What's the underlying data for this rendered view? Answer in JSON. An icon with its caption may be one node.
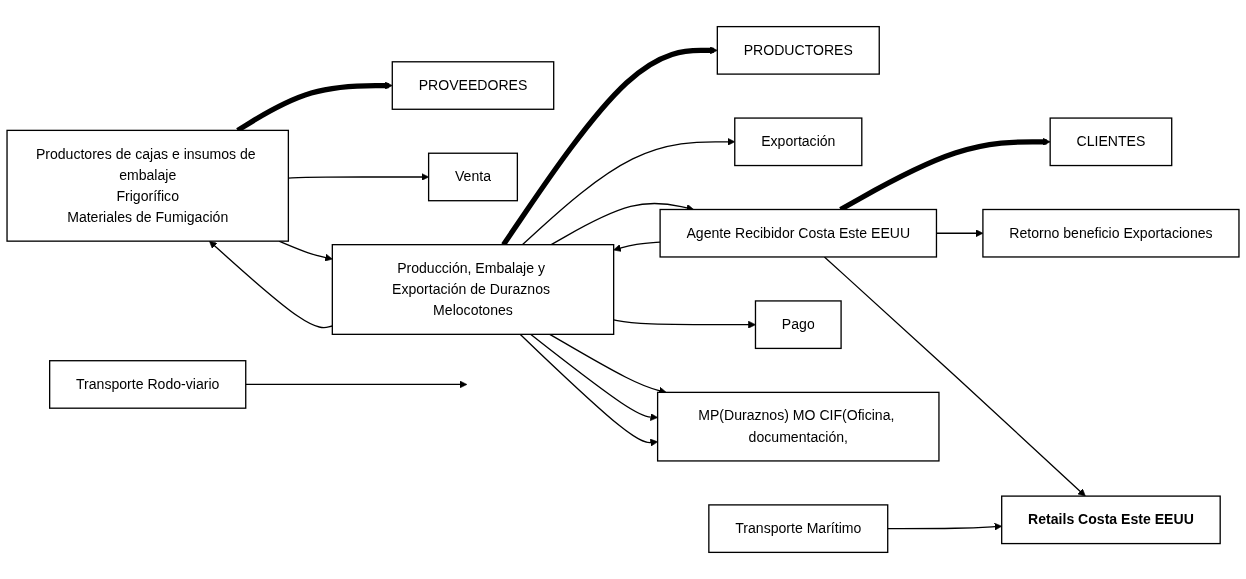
{
  "diagram": {
    "nodes": [
      {
        "text": [
          "PROVEEDORES"
        ]
      },
      {
        "text": [
          "PRODUCTORES"
        ]
      },
      {
        "text": [
          "CLIENTES"
        ]
      },
      {
        "text": [
          "Venta"
        ]
      },
      {
        "text": [
          "Exportación"
        ]
      },
      {
        "text": [
          "Productores de cajas e insumos de embalaje",
          "Frigorífico",
          "Materiales de Fumigación"
        ]
      },
      {
        "text": [
          "Producción, Embalaje y Exportación de Duraznos Melocotones"
        ]
      },
      {
        "text": [
          "Agente Recibidor Costa Este EEUU"
        ]
      },
      {
        "text": [
          "Pago"
        ]
      },
      {
        "text": [
          "Retorno beneficio Exportaciones"
        ]
      },
      {
        "text": [
          "MP(Duraznos) MO CIF(Oficina, documentación,"
        ]
      },
      {
        "text": [
          "Retails Costa Este EEUU"
        ]
      },
      {
        "text": [
          "Transporte Rodo-viario"
        ]
      },
      {
        "text": [
          "Transporte Marítimo"
        ]
      }
    ],
    "edges": [
      {
        "from": 5,
        "to": 0,
        "arrow": "to",
        "style": "thick"
      },
      {
        "from": 6,
        "to": 1,
        "arrow": "to",
        "style": "thick"
      },
      {
        "from": 7,
        "to": 2,
        "arrow": "to",
        "style": "thick"
      },
      {
        "from": 5,
        "to": 6,
        "arrow": "to"
      },
      {
        "from": 5,
        "to": 3,
        "arrow": "to"
      },
      {
        "from": 6,
        "to": 5,
        "arrow": "to"
      },
      {
        "from": 6,
        "to": 8,
        "arrow": "to"
      },
      {
        "from": 6,
        "to": 7,
        "arrow": "to"
      },
      {
        "from": 6,
        "to": 4,
        "arrow": "to"
      },
      {
        "from": 7,
        "to": 6,
        "arrow": "to"
      },
      {
        "from": 7,
        "to": 9,
        "arrow": "to"
      },
      {
        "from": 7,
        "to": 11,
        "arrow": "to"
      },
      {
        "from": 6,
        "to": 10,
        "arrow": "to"
      },
      {
        "from": 6,
        "to": 10,
        "arrow": "to"
      },
      {
        "from": 6,
        "to": 10,
        "arrow": "to"
      },
      {
        "from": 13,
        "to": 11,
        "arrow": "to"
      },
      {
        "from": 12,
        "to": null,
        "arrow": "to"
      }
    ]
  }
}
